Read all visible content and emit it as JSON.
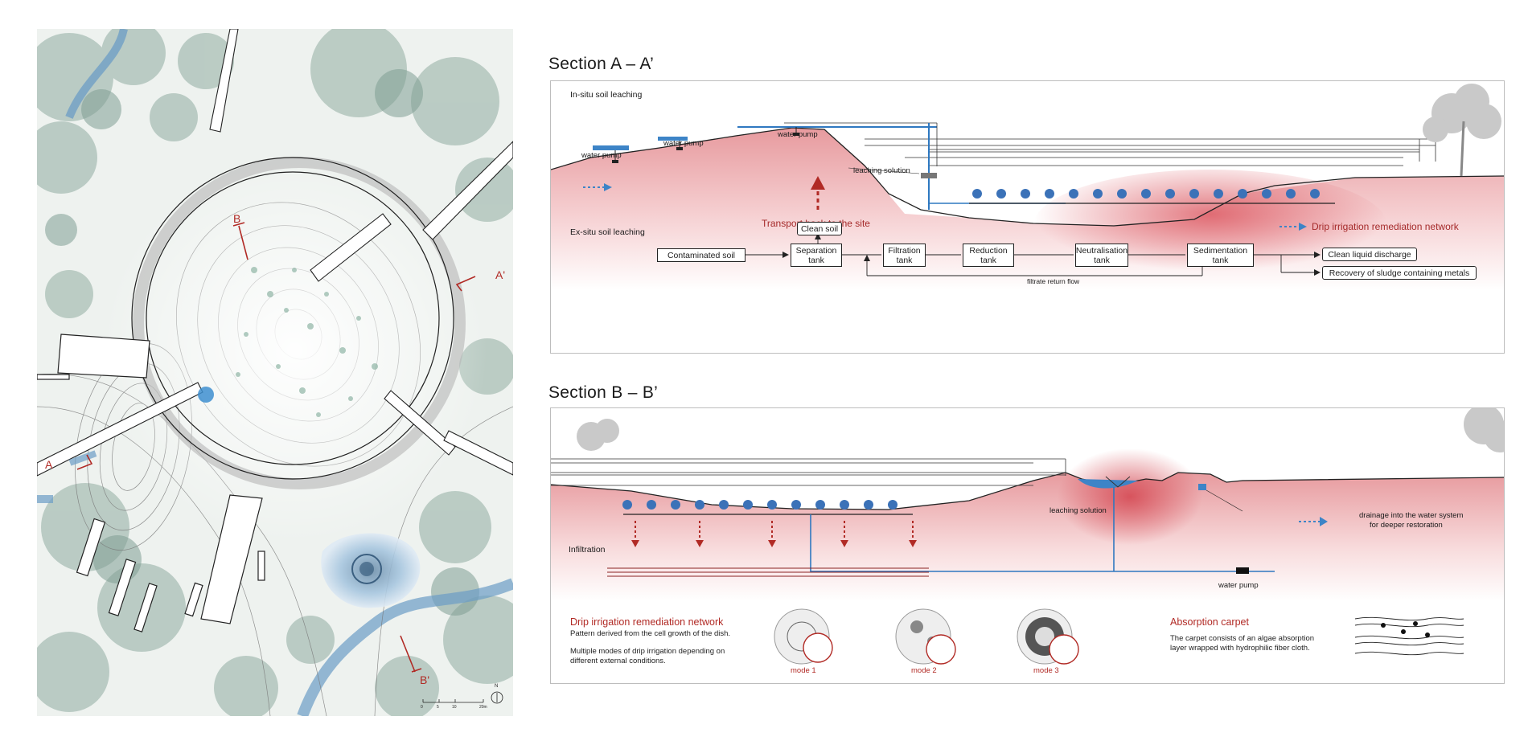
{
  "plan": {
    "markers": {
      "a": "A",
      "a_prime": "A'",
      "b": "B",
      "b_prime": "B'"
    },
    "scale_ticks": [
      "0",
      "5",
      "10",
      "20m"
    ],
    "north": "N"
  },
  "section_a": {
    "title": "Section  A – A’",
    "in_situ_label": "In-situ soil leaching",
    "pumps": [
      "water pump",
      "water pump",
      "water pump"
    ],
    "leaching_solution": "leaching solution",
    "transport": "Transport back to the site",
    "drip_network": "Drip irrigation remediation network",
    "ex_situ_label": "Ex-situ soil leaching",
    "flow": {
      "contaminated": "Contaminated soil",
      "clean_soil": "Clean soil",
      "separation": "Separation tank",
      "filtration": "Filtration tank",
      "reduction": "Reduction tank",
      "neutralisation": "Neutralisation tank",
      "sedimentation": "Sedimentation tank",
      "discharge": "Clean liquid discharge",
      "sludge": "Recovery of sludge containing metals",
      "return_flow": "filtrate return flow"
    }
  },
  "section_b": {
    "title": "Section  B – B’",
    "infiltration": "Infiltration",
    "leaching_solution": "leaching solution",
    "water_pump": "water pump",
    "drainage_line1": "drainage into the water system",
    "drainage_line2": "for deeper restoration",
    "drip": {
      "heading": "Drip irrigation remediation network",
      "line1": "Pattern derived from the cell growth of the dish.",
      "line2": "Multiple modes of drip irrigation depending on",
      "line3": "different external conditions."
    },
    "modes": [
      "mode 1",
      "mode 2",
      "mode 3"
    ],
    "carpet": {
      "heading": "Absorption carpet",
      "line1": "The carpet consists of an algae absorption",
      "line2": "layer wrapped with hydrophilic fiber cloth."
    }
  }
}
